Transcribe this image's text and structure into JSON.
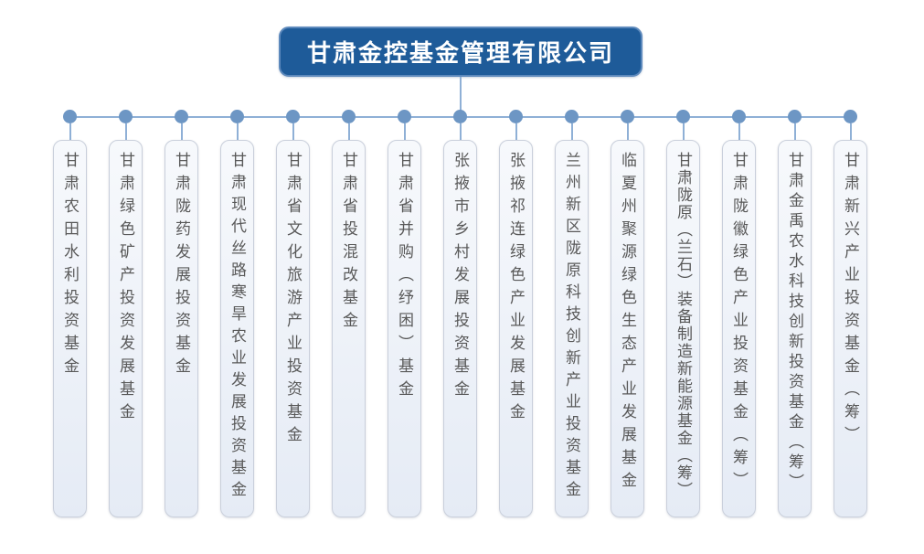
{
  "org_chart": {
    "root": {
      "label": "甘肃金控基金管理有限公司"
    },
    "funds": [
      "甘肃农田水利投资基金",
      "甘肃绿色矿产投资发展基金",
      "甘肃陇药发展投资基金",
      "甘肃现代丝路寒旱农业发展投资基金",
      "甘肃省文化旅游产业投资基金",
      "甘肃省投混改基金",
      "甘肃省并购（纾困）基金",
      "张掖市乡村发展投资基金",
      "张掖祁连绿色产业发展基金",
      "兰州新区陇原科技创新产业投资基金",
      "临夏州聚源绿色生态产业发展基金",
      "甘肃陇原（兰石）装备制造新能源基金（筹）",
      "甘肃陇徽绿色产业投资基金（筹）",
      "甘肃金禹农水科技创新投资基金（筹）",
      "甘肃新兴产业投资基金（筹）"
    ],
    "colors": {
      "root_fill": "#1E5B99",
      "root_border": "#5D89BC",
      "root_text": "#FFFFFF",
      "connector": "#8FB0D6",
      "dot": "#6D96C4",
      "node_fill_top": "#F7F9FC",
      "node_fill_bottom": "#E5EBF5",
      "node_border": "#C9CFDB",
      "node_text": "#595959"
    }
  }
}
